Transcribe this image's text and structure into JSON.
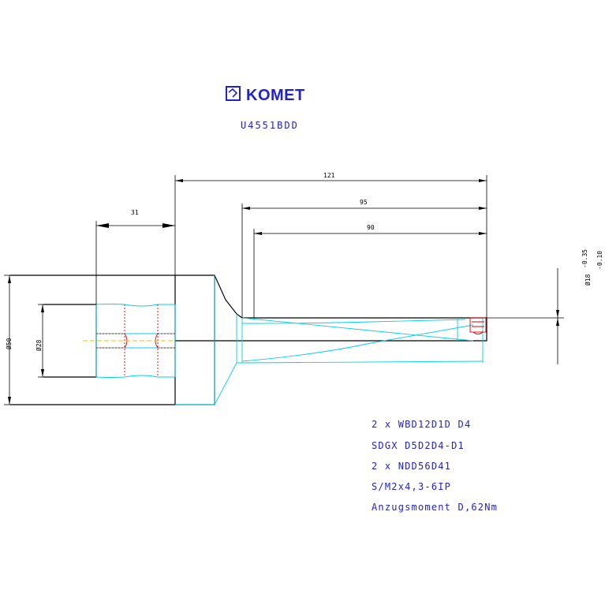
{
  "brand": {
    "name": "KOMET",
    "color": "#2222cc",
    "logo_icon": "komet-logo-icon"
  },
  "part_number": "U4551BDD",
  "dimensions": {
    "total_length": "121",
    "length_95": "95",
    "length_90": "90",
    "shank_length": "31",
    "diameter_50": "Ø50",
    "diameter_28": "Ø28",
    "diameter_18": "Ø18",
    "tol_upper": "-0.35",
    "tol_lower": "-0.10"
  },
  "notes": [
    "2 x WBD12D1D D4",
    "SDGX D5D2D4-D1",
    "2 x NDD56D41",
    "S/M2x4,3-6IP",
    "Anzugsmoment D,62Nm"
  ],
  "colors": {
    "outline": "#000000",
    "hidden": "#00d0e8",
    "insert": "#e00000",
    "axis": "#f0c000"
  }
}
